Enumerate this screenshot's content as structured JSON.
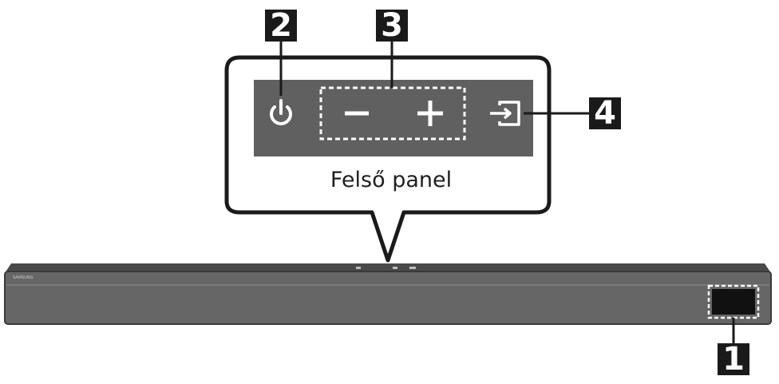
{
  "callouts": {
    "power": "2",
    "volume": "3",
    "source": "4",
    "display": "1"
  },
  "panel": {
    "caption": "Felső panel"
  },
  "soundbar": {
    "brand_text": "SAMSUNG"
  },
  "icons": {
    "power": "power-icon",
    "volume_down": "minus-icon",
    "volume_up": "plus-icon",
    "source": "source-input-icon"
  },
  "colors": {
    "badge": "#1a1a1a",
    "panel": "#606060",
    "bar_body": "#666666",
    "icon": "#ffffff"
  }
}
